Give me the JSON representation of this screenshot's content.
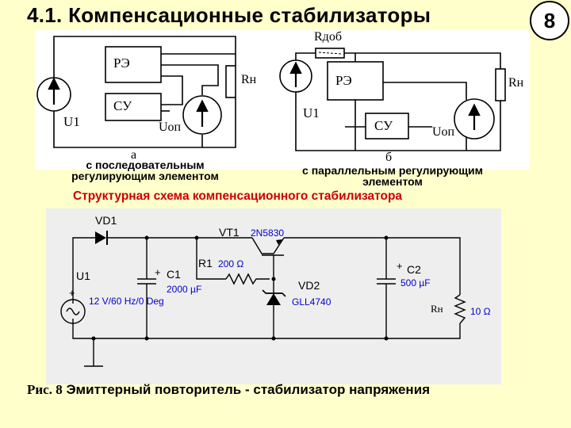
{
  "slide": {
    "title": "4.1. Компенсационные стабилизаторы",
    "page_number": "8"
  },
  "scheme_a": {
    "reg_element": "РЭ",
    "control_unit": "СУ",
    "load": "Rн",
    "source": "U1",
    "reference": "Uоп",
    "letter": "а",
    "caption_line1": "с последовательным",
    "caption_line2": "регулирующим элементом"
  },
  "scheme_b": {
    "extra_resistor": "Rдоб",
    "reg_element": "РЭ",
    "control_unit": "СУ",
    "load": "Rн",
    "source": "U1",
    "reference": "Uоп",
    "letter": "б",
    "caption_line1": "с параллельным регулирующим",
    "caption_line2": "элементом"
  },
  "structural_caption": "Структурная схема компенсационного стабилизатора",
  "circuit": {
    "vd1": "VD1",
    "vt1": "VT1",
    "vt1_model": "2N5830",
    "r1": "R1",
    "r1_value": "200 Ω",
    "u1": "U1",
    "u1_value": "12 V/60 Hz/0 Deg",
    "c1": "C1",
    "c1_value": "2000 µF",
    "vd2": "VD2",
    "vd2_model": "GLL4740",
    "c2": "C2",
    "c2_value": "500 µF",
    "rn": "Rн",
    "rn_value": "10 Ω",
    "plus_c1": "+",
    "plus_c2": "+",
    "plus_u1": "+"
  },
  "figure_caption": {
    "number": "Рис. 8",
    "text": " Эмиттерный повторитель - стабилизатор напряжения"
  }
}
